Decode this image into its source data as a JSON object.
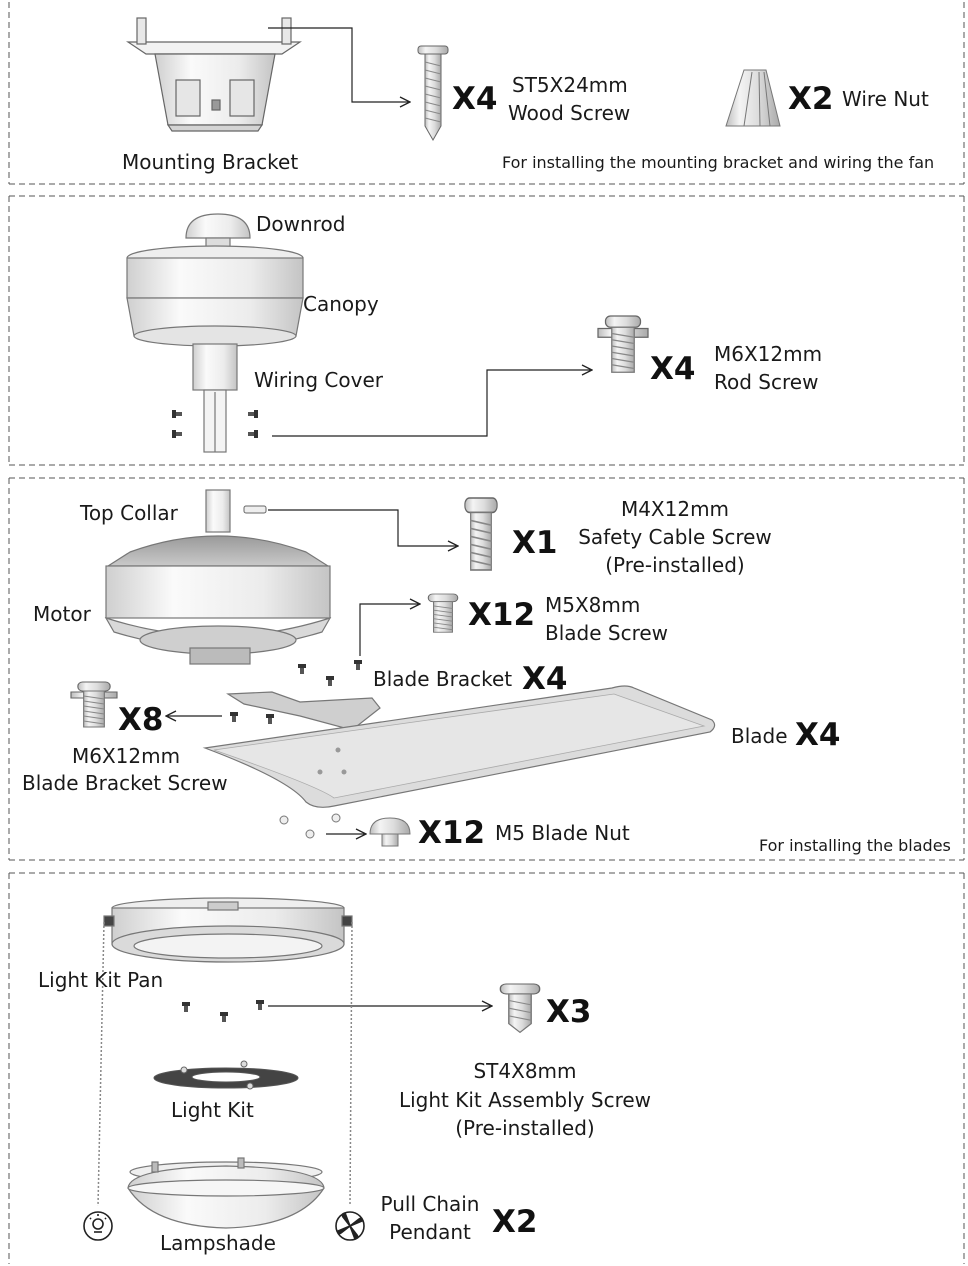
{
  "sections": {
    "mounting": {
      "bracket_label": "Mounting Bracket",
      "wood_screw": {
        "qty": "X4",
        "spec": "ST5X24mm",
        "name": "Wood Screw"
      },
      "wire_nut": {
        "qty": "X2",
        "name": "Wire Nut"
      },
      "note": "For installing the mounting bracket and wiring the fan"
    },
    "canopy": {
      "downrod_label": "Downrod",
      "canopy_label": "Canopy",
      "wiring_cover_label": "Wiring Cover",
      "rod_screw": {
        "qty": "X4",
        "spec": "M6X12mm",
        "name": "Rod Screw"
      }
    },
    "motor": {
      "top_collar_label": "Top Collar",
      "motor_label": "Motor",
      "safety_screw": {
        "qty": "X1",
        "spec": "M4X12mm",
        "name": "Safety Cable Screw",
        "status": "(Pre-installed)"
      },
      "blade_screw": {
        "qty": "X12",
        "spec": "M5X8mm",
        "name": "Blade Screw"
      },
      "blade_bracket": {
        "label": "Blade Bracket",
        "qty": "X4"
      },
      "bracket_screw": {
        "qty": "X8",
        "spec": "M6X12mm",
        "name": "Blade Bracket Screw"
      },
      "blade": {
        "label": "Blade",
        "qty": "X4"
      },
      "blade_nut": {
        "qty": "X12",
        "name": "M5 Blade Nut"
      },
      "note": "For installing the blades"
    },
    "light": {
      "pan_label": "Light Kit Pan",
      "kit_label": "Light Kit",
      "lampshade_label": "Lampshade",
      "assembly_screw": {
        "qty": "X3",
        "spec": "ST4X8mm",
        "name": "Light Kit Assembly Screw",
        "status": "(Pre-installed)"
      },
      "pull_chain": {
        "line1": "Pull Chain",
        "line2": "Pendant",
        "qty": "X2"
      }
    }
  }
}
